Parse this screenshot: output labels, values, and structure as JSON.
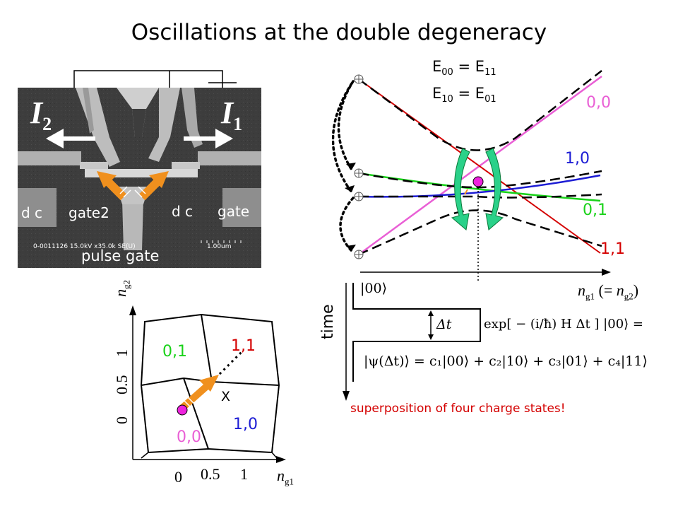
{
  "title": "Oscillations at the double degeneracy",
  "equations": {
    "e1_left": "E",
    "e1_left_sub": "00",
    "e1_eq": " = ",
    "e1_right": "E",
    "e1_right_sub": "11",
    "e2_left": "E",
    "e2_left_sub": "10",
    "e2_eq": " = ",
    "e2_right": "E",
    "e2_right_sub": "01"
  },
  "energy_plot": {
    "labels": {
      "s00": "0,0",
      "s10": "1,0",
      "s01": "0,1",
      "s11": "1,1"
    },
    "xaxis_label": "n",
    "xaxis_sub1": "g1",
    "xaxis_mid": " (= ",
    "xaxis_n2": "n",
    "xaxis_sub2": "g2",
    "xaxis_end": ")"
  },
  "micrograph": {
    "I2": "I",
    "I2_sub": "2",
    "I1": "I",
    "I1_sub": "1",
    "dc_left": "d c",
    "gate2": "gate2",
    "dc_right": "d c",
    "gate_right": "gate",
    "pulse_gate": "pulse gate",
    "scale_text": "0-0011126 15.0kV x35.0k SE(U)",
    "scale_len": "1.00um"
  },
  "stability": {
    "s00": "0,0",
    "s01": "0,1",
    "s10": "1,0",
    "s11": "1,1",
    "cross": "X",
    "yaxis": "n",
    "yaxis_sub": "g2",
    "xaxis": "n",
    "xaxis_sub": "g1",
    "yticks": [
      "0",
      "0.5",
      "1"
    ],
    "xticks": [
      "0",
      "0.5",
      "1"
    ]
  },
  "timeline": {
    "time_label": "time",
    "ket00": "|00⟩",
    "dt": "Δt",
    "exp": "exp[ − (i/ħ) H Δt ] |00⟩ =",
    "psi": "|ψ(Δt)⟩ = c₁|00⟩ + c₂|10⟩ + c₃|01⟩ + c₄|11⟩",
    "superposition": "superposition of four charge states!"
  },
  "colors": {
    "s00": "#e95fd5",
    "s10": "#1c1cd4",
    "s01": "#19d219",
    "s11": "#d40000",
    "arrow": "#f0901e",
    "rotation": "#2ad189"
  }
}
